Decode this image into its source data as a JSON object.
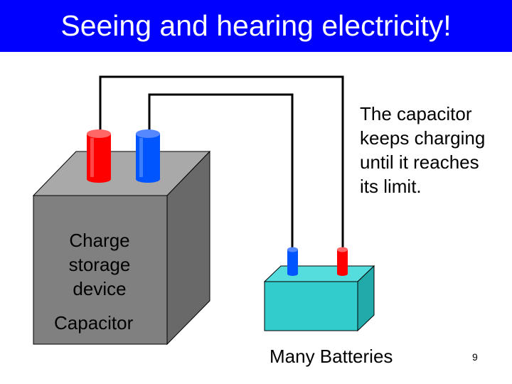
{
  "slide": {
    "title": "Seeing and hearing electricity!",
    "caption": "The capacitor keeps charging until it reaches its limit.",
    "charge_label": "Charge storage device",
    "capacitor_label": "Capacitor",
    "batteries_label": "Many Batteries",
    "page_number": "9"
  },
  "colors": {
    "title_bar": "#0000ff",
    "title_text": "#ffffff",
    "box_front": "#808080",
    "box_top": "#a9a9a9",
    "box_side": "#696969",
    "battery_front": "#33cccc",
    "battery_top": "#55dddd",
    "battery_side": "#22aaaa",
    "terminal_red": "#ff0000",
    "terminal_blue": "#0055ff",
    "wire": "#000000"
  },
  "icons": {
    "charge_box": "gray-3d-box",
    "battery": "cyan-3d-battery",
    "red_terminal": "red-cylinder-terminal",
    "blue_terminal": "blue-cylinder-terminal"
  }
}
